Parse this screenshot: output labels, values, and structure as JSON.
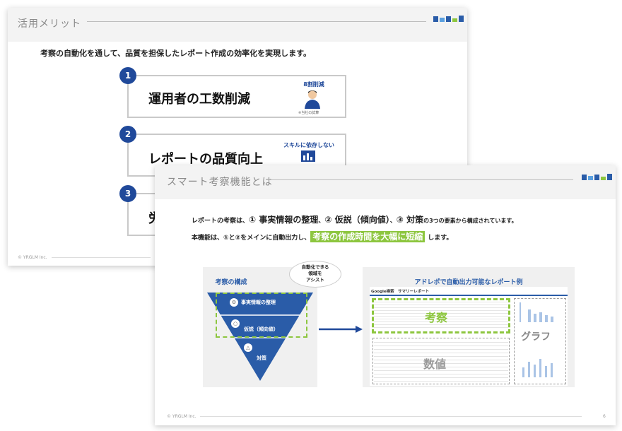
{
  "slide1": {
    "title": "活用メリット",
    "lead": "考察の自動化を通して、品質を担保したレポート作成の効率化を実現します。",
    "items": [
      {
        "number": "1",
        "title": "運用者の工数削減",
        "badge": "8割削減",
        "note": "※当社の試算"
      },
      {
        "number": "2",
        "title": "レポートの品質向上",
        "badge": "スキルに依存しない",
        "note": ""
      },
      {
        "number": "3",
        "title": "労",
        "badge": "",
        "note": ""
      }
    ],
    "footer": "© YRGLM Inc."
  },
  "slide2": {
    "title": "スマート考察機能とは",
    "line1_prefix": "レポートの考察は、",
    "line1_item1": "① 事実情報の整理",
    "line1_sep1": "、",
    "line1_item2": "② 仮説（傾向値）",
    "line1_sep2": "、",
    "line1_item3": "③ 対策",
    "line1_suffix": "の3つの要素から構成されています。",
    "line2_prefix": "本機能は、①と②をメインに自動出力し、",
    "line2_highlight": "考察の作成時間を大幅に短縮",
    "line2_suffix": "します。",
    "left_panel_title": "考察の構成",
    "bubble": "自動化できる\n領域を\nアシスト",
    "tri_items": [
      "事実情報の整理",
      "仮説（傾向値）",
      "対策"
    ],
    "right_panel_title": "アドレポで自動出力可能なレポート例",
    "report_header": "Google検索　サマリーレポート",
    "label_kousatsu": "考察",
    "label_suuchi": "数値",
    "label_graph": "グラフ",
    "footer": "© YRGLM Inc.",
    "page": "6"
  },
  "colors": {
    "navy": "#20499a",
    "blue": "#2a5ca8",
    "green": "#8dc63f"
  }
}
